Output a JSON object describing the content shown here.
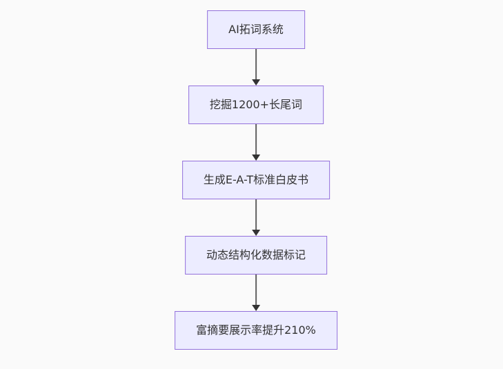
{
  "diagram": {
    "type": "flowchart",
    "direction": "top-down",
    "nodes": [
      {
        "id": "n1",
        "label": "AI拓词系统"
      },
      {
        "id": "n2",
        "label": "挖掘1200+长尾词"
      },
      {
        "id": "n3",
        "label": "生成E-A-T标准白皮书"
      },
      {
        "id": "n4",
        "label": "动态结构化数据标记"
      },
      {
        "id": "n5",
        "label": "富摘要展示率提升210%"
      }
    ],
    "edges": [
      {
        "from": "n1",
        "to": "n2"
      },
      {
        "from": "n2",
        "to": "n3"
      },
      {
        "from": "n3",
        "to": "n4"
      },
      {
        "from": "n4",
        "to": "n5"
      }
    ],
    "colors": {
      "background": "#fafafa",
      "node_fill": "#ececff",
      "node_border": "#9370db",
      "text": "#333333",
      "arrow_line": "#616161",
      "arrow_head": "#333333"
    }
  }
}
